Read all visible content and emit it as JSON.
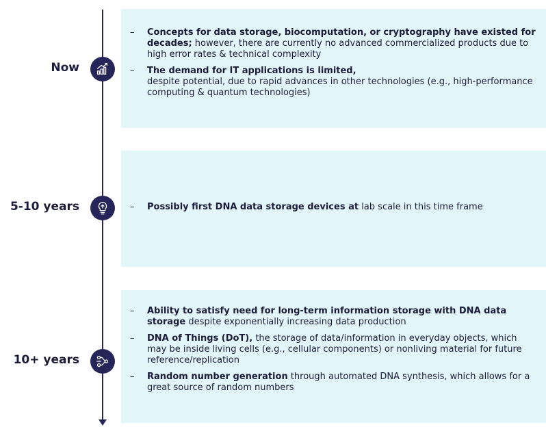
{
  "timeline": [
    {
      "label": "Now",
      "icon": "growth-chart-icon",
      "items": [
        {
          "bold": "Concepts for data storage, biocomputation, or cryptography have existed for decades;",
          "text": " however, there are currently no advanced commercialized products due to high error rates & technical complexity"
        },
        {
          "bold": "The demand for IT applications is limited,",
          "text": "despite potential, due to rapid advances in other technologies (e.g., high-performance computing & quantum technologies)"
        }
      ]
    },
    {
      "label": "5-10 years",
      "icon": "lightbulb-brain-icon",
      "items": [
        {
          "bold": "Possibly first DNA data storage devices at",
          "text": " lab scale in this time frame"
        }
      ]
    },
    {
      "label": "10+ years",
      "icon": "network-nodes-icon",
      "items": [
        {
          "bold": "Ability to satisfy need for long-term information storage with DNA data storage",
          "text": " despite exponentially increasing data production"
        },
        {
          "bold": "DNA of Things (DoT),",
          "text": " the storage of data/information in everyday objects, which may be inside living cells (e.g., cellular components) or nonliving material for future reference/replication"
        },
        {
          "bold": "Random number generation",
          "text": " through automated DNA synthesis, which allows for a great source of random numbers"
        }
      ]
    }
  ],
  "colors": {
    "axis": "#25255a",
    "panel": "#e2f6f9",
    "text": "#1b1b3a"
  }
}
